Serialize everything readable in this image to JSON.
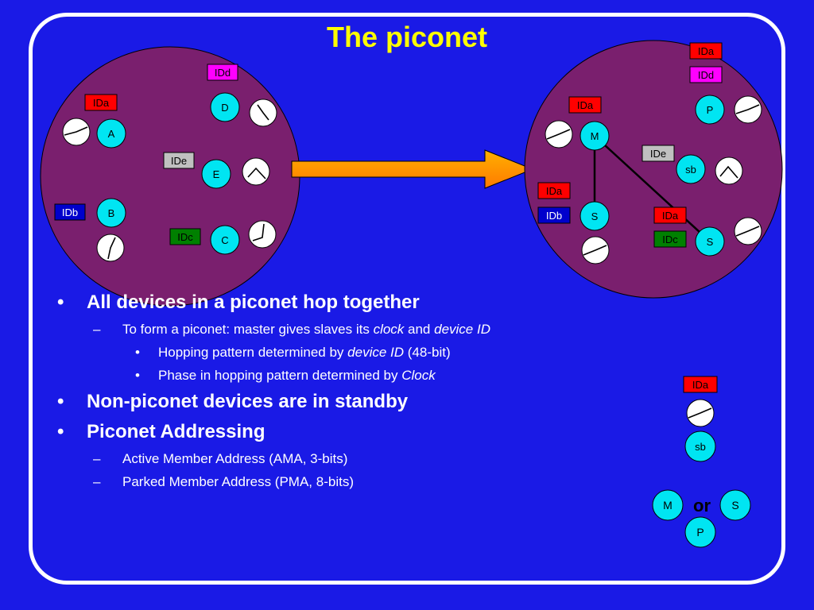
{
  "title": "The piconet",
  "colors": {
    "background": "#1a1ae6",
    "title": "#ffff00",
    "piconet_fill": "#7a1f6e",
    "device_fill": "#00e5f2",
    "id_red": "#ff0000",
    "id_magenta": "#ff00ff",
    "id_grey": "#c0c0c0",
    "id_blue": "#0000cc",
    "id_green": "#008000",
    "arrow_fill": "#ff9900"
  },
  "left_group": {
    "tags": {
      "a": "IDa",
      "b": "IDb",
      "c": "IDc",
      "d": "IDd",
      "e": "IDe"
    },
    "nodes": {
      "a": "A",
      "b": "B",
      "c": "C",
      "d": "D",
      "e": "E"
    }
  },
  "right_group": {
    "tags": {
      "top1": "IDa",
      "top2": "IDd",
      "m": "IDa",
      "e": "IDe",
      "s1a": "IDa",
      "s1b": "IDb",
      "s2a": "IDa",
      "s2c": "IDc"
    },
    "nodes": {
      "m": "M",
      "p": "P",
      "sb": "sb",
      "s1": "S",
      "s2": "S"
    }
  },
  "legend": {
    "tag": "IDa",
    "sb": "sb",
    "m": "M",
    "or": "or",
    "s": "S",
    "p": "P"
  },
  "bullets": {
    "b1": "All devices in a piconet hop together",
    "b1_1_pre": "To form a piconet: master gives slaves its ",
    "b1_1_em1": "clock",
    "b1_1_mid": " and ",
    "b1_1_em2": "device ID",
    "b1_1_1_pre": "Hopping pattern determined by ",
    "b1_1_1_em": "device ID",
    "b1_1_1_post": " (48-bit)",
    "b1_1_2_pre": "Phase in hopping pattern determined by ",
    "b1_1_2_em": "Clock",
    "b2": "Non-piconet devices are in standby",
    "b3": "Piconet Addressing",
    "b3_1": "Active Member Address (AMA, 3-bits)",
    "b3_2": "Parked Member Address (PMA, 8-bits)"
  }
}
